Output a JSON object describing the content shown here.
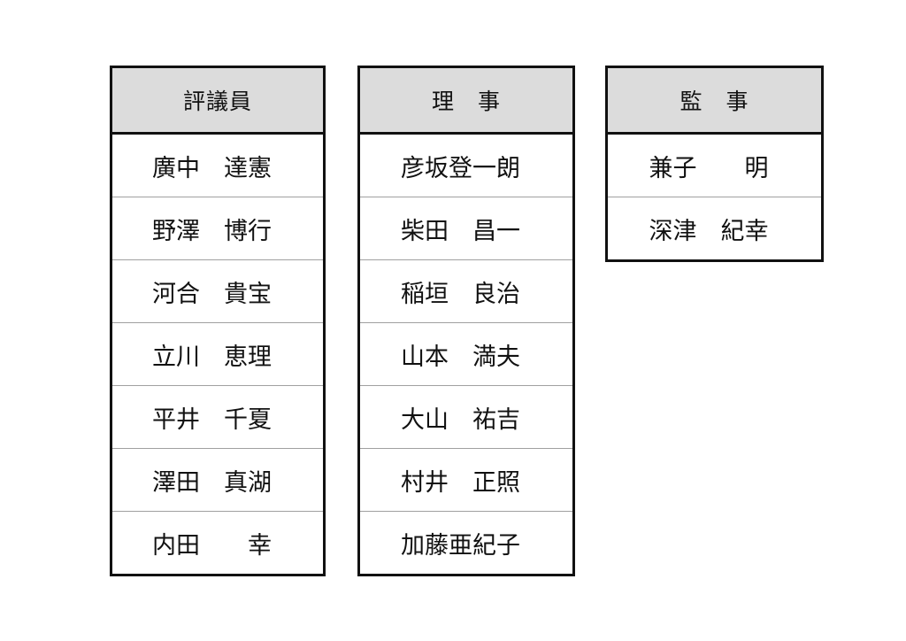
{
  "tables": {
    "hyogiin": {
      "title": "評議員",
      "members": [
        "廣中　達憲",
        "野澤　博行",
        "河合　貴宝",
        "立川　恵理",
        "平井　千夏",
        "澤田　真湖",
        "内田　　幸"
      ]
    },
    "riji": {
      "title": "理　事",
      "members": [
        "彦坂登一朗",
        "柴田　昌一",
        "稲垣　良治",
        "山本　満夫",
        "大山　祐吉",
        "村井　正照",
        "加藤亜紀子"
      ]
    },
    "kanji": {
      "title": "監　事",
      "members": [
        "兼子　　明",
        "深津　紀幸"
      ]
    }
  }
}
